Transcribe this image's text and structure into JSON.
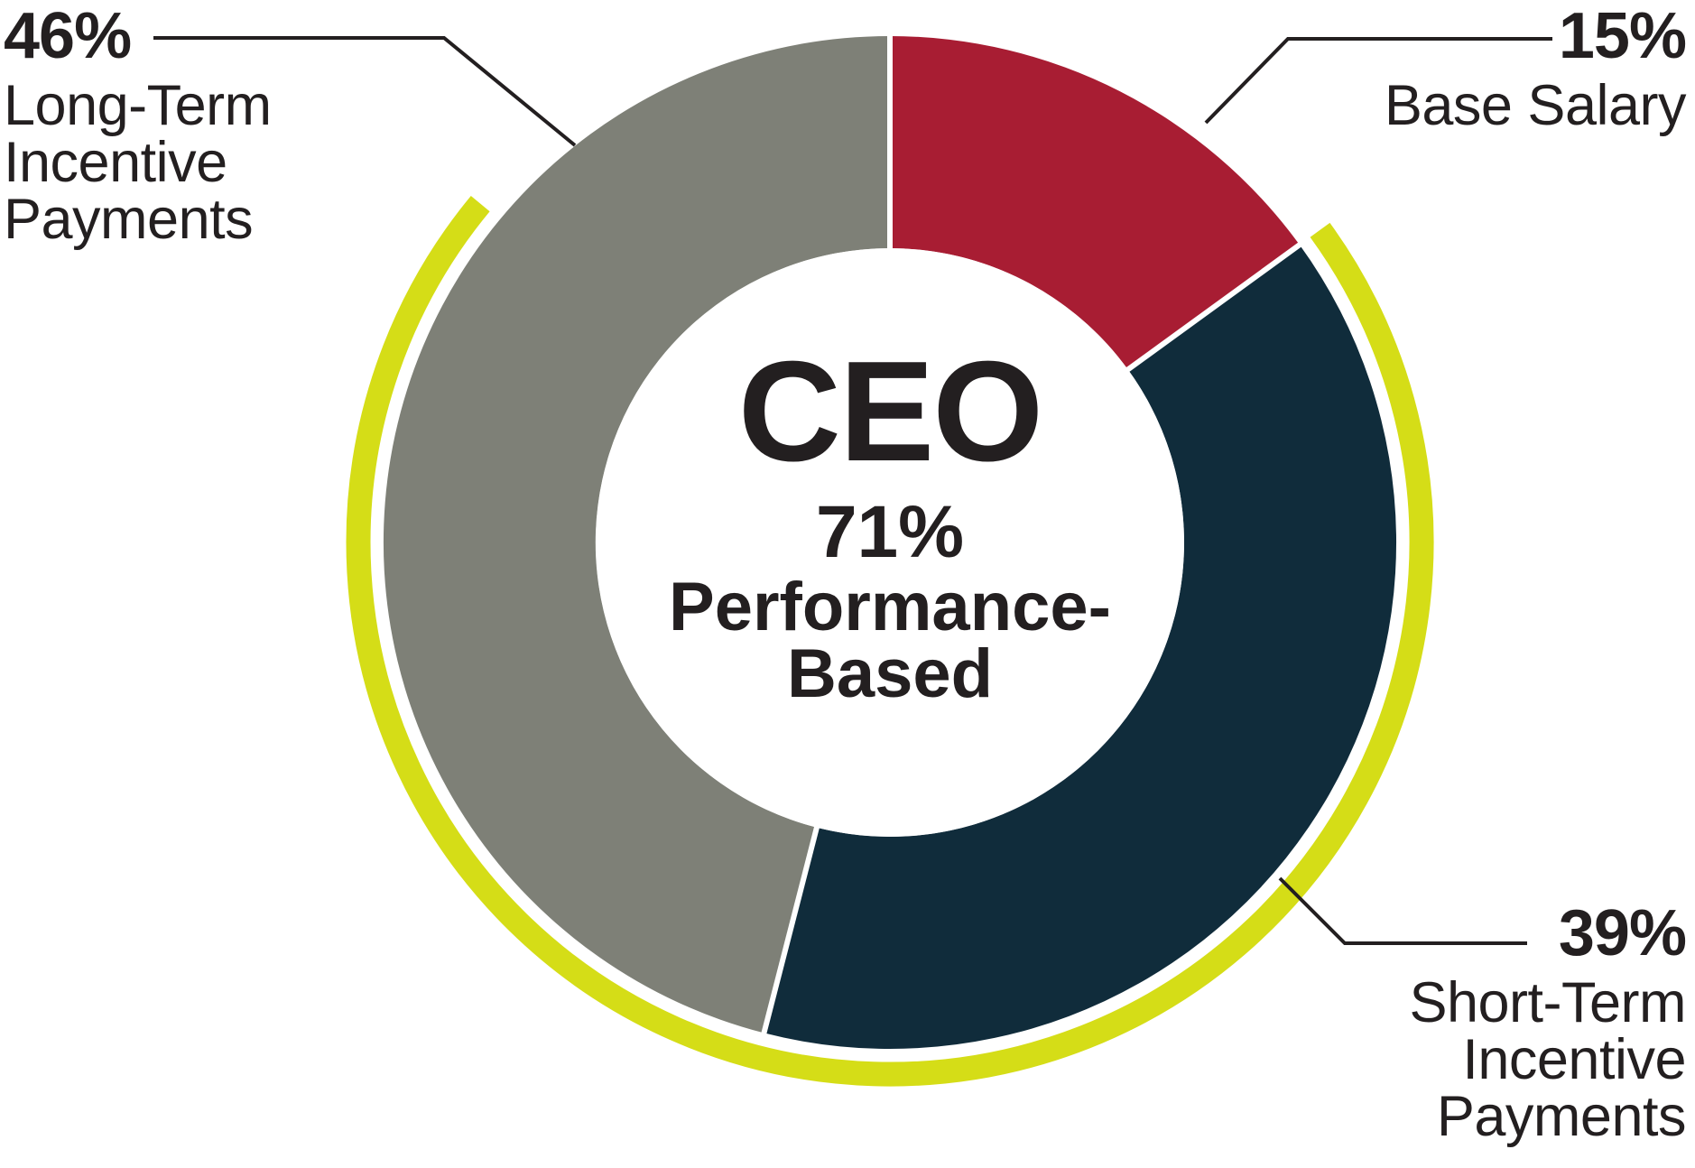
{
  "chart_data": {
    "type": "pie",
    "donut": true,
    "title": "CEO",
    "subtitle": "71% Performance-Based",
    "start_angle_deg": 0,
    "direction": "clockwise",
    "series": [
      {
        "id": "base-salary",
        "label": "Base Salary",
        "value": 15,
        "color": "#A81D33"
      },
      {
        "id": "short-term-incentive",
        "label": "Short-Term Incentive Payments",
        "value": 39,
        "color": "#102C3B"
      },
      {
        "id": "long-term-incentive",
        "label": "Long-Term Incentive Payments",
        "value": 46,
        "color": "#7E8077"
      }
    ],
    "performance_arc": {
      "pct": 71,
      "starts_after_value": 15,
      "color": "#D5DD17"
    },
    "slice_divider_color": "#FFFFFF",
    "leader_line_color": "#231F20"
  },
  "center": {
    "title": "CEO",
    "pct": "71%",
    "line1": "Performance-",
    "line2": "Based"
  },
  "labels": {
    "long_term": {
      "pct": "46%",
      "lines": [
        "Long-Term",
        "Incentive",
        "Payments"
      ]
    },
    "base_salary": {
      "pct": "15%",
      "lines": [
        "Base Salary"
      ]
    },
    "short_term": {
      "pct": "39%",
      "lines": [
        "Short-Term",
        "Incentive",
        "Payments"
      ]
    }
  },
  "colors": {
    "text": "#231F20",
    "background": "#FFFFFF"
  }
}
